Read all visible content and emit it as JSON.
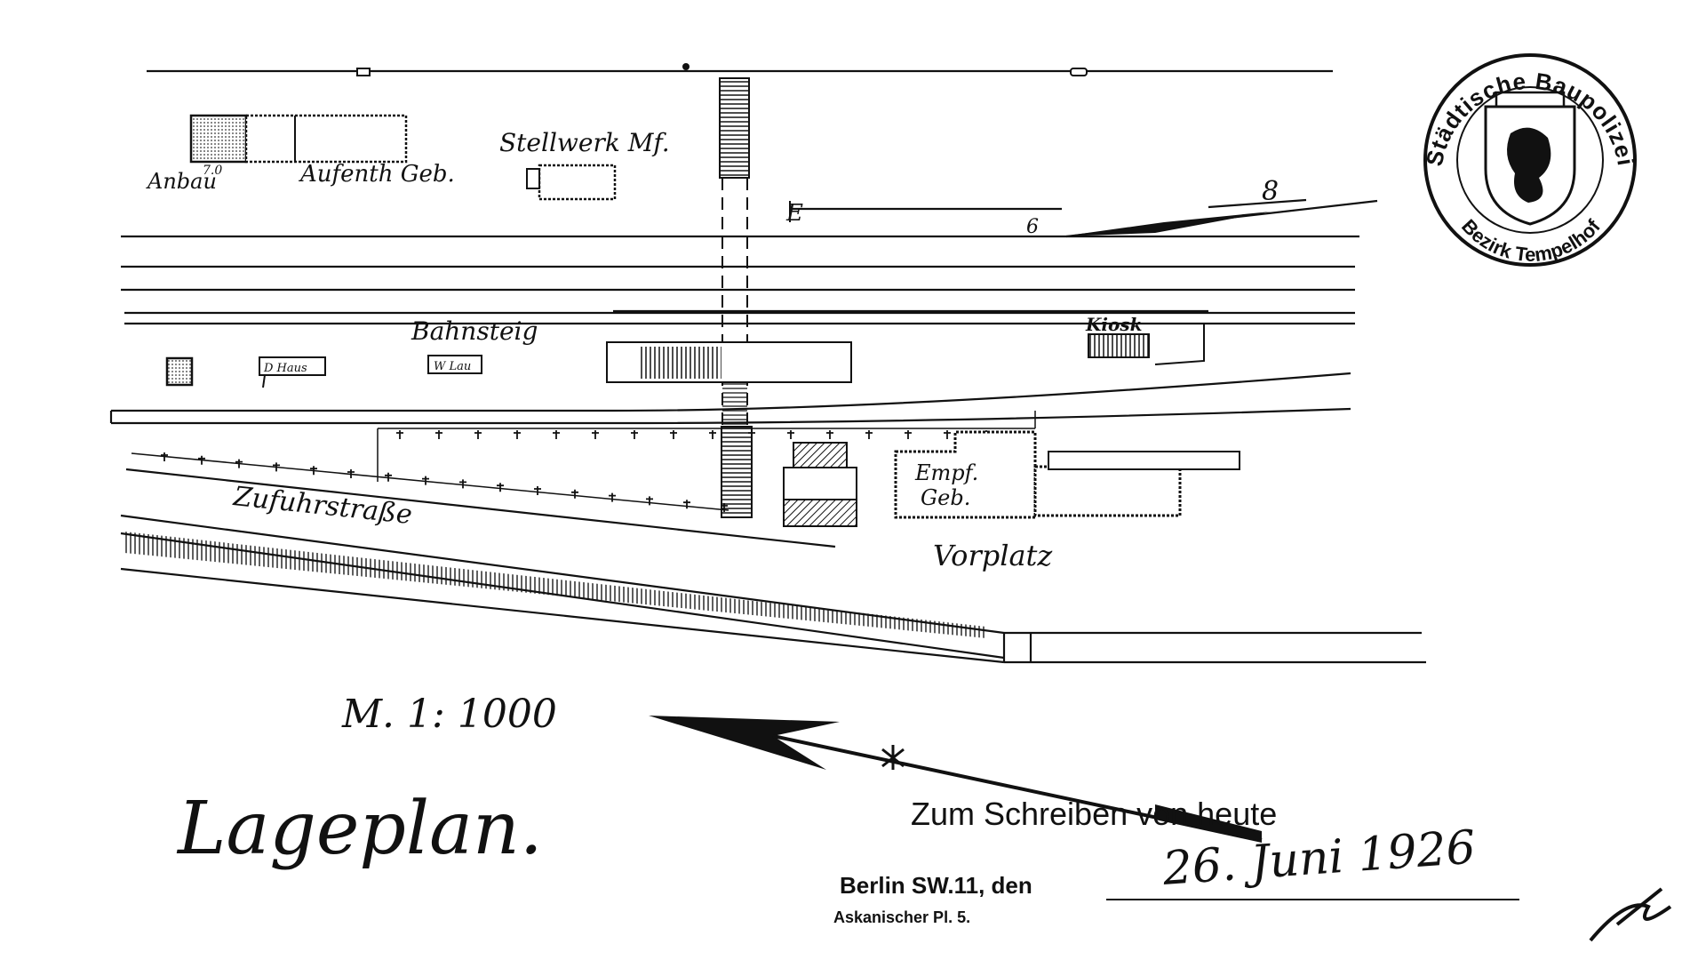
{
  "document": {
    "type": "site plan",
    "ink_color": "#111111",
    "paper_color": "#ffffff"
  },
  "labels": {
    "annex": "Anbau",
    "dimension": "7.0",
    "stay_building": "Aufenth Geb.",
    "signal_box": "Stellwerk Mf.",
    "platform": "Bahnsteig",
    "platform_sign_1": "D Haus",
    "platform_sign_2": "W Lau",
    "kiosk": "Kiosk",
    "access_road": "Zufuhrstraße",
    "reception_building_1": "Empf.",
    "reception_building_2": "Geb.",
    "forecourt": "Vorplatz",
    "track_marker_e": "E",
    "track_number_6": "6",
    "track_number_8": "8"
  },
  "scale": "M. 1: 1000",
  "title": "Lageplan.",
  "stamp": {
    "authority": "Städtische Baupolizei",
    "district": "Bezirk Tempelhof"
  },
  "footer": {
    "reference": "Zum Schreiben von heute",
    "place": "Berlin SW.11, den",
    "address": "Askanischer Pl. 5.",
    "date": "26. Juni 1926"
  },
  "north_arrow": "north-arrow-icon",
  "house_mark": "house-mark-icon"
}
